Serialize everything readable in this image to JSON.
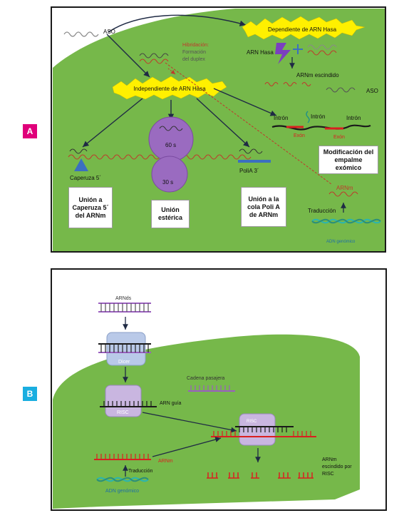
{
  "panel_a": {
    "tag": "A",
    "aso_top": "ASO",
    "dependiente": "Dependiente de ARN Hasa",
    "independiente": "Independiente de ARN Hasa",
    "hibridacion": [
      "Hibridación:",
      "Formación",
      "del duplex"
    ],
    "arn_hasa": "ARN Hasa",
    "arnm_escindido": "ARNm escindido",
    "aso_right": "ASO",
    "intron1": "Intrón",
    "intron2": "Intrón",
    "intron3": "Intrón",
    "exon1": "Exón",
    "exon2": "Exón",
    "modificacion": "Modificación del empalme exómico",
    "ribosome_60": "60 s",
    "ribosome_30": "30 s",
    "caperuza": "Caperuza 5´",
    "polia": "PoliA 3´",
    "union_caperuza": "Unión a Caperuza 5´ del ARNm",
    "union_esterica": "Unión estérica",
    "union_cola": "Unión a la cola Poli A de ARNm",
    "arnm": "ARNm",
    "traduccion": "Traducción",
    "adn": "ADN genómico"
  },
  "panel_b": {
    "tag": "B",
    "arnds": "ARNds",
    "dicer": "Dicer",
    "cadena": "Cadena pasajera",
    "risc1": "RISC",
    "arn_guia": "ARN guía",
    "risc2": "RISC",
    "arnm": "ARNm",
    "traduccion": "Traducción",
    "adn": "ADN genómico",
    "escindido": [
      "ARNm",
      "escindido por",
      "RISC"
    ]
  },
  "colors": {
    "green": "#76b84a",
    "tag_a": "#e0007a",
    "tag_b": "#1aaee0",
    "ribosome": "#9a6bc0",
    "starburst": "#fff000"
  }
}
